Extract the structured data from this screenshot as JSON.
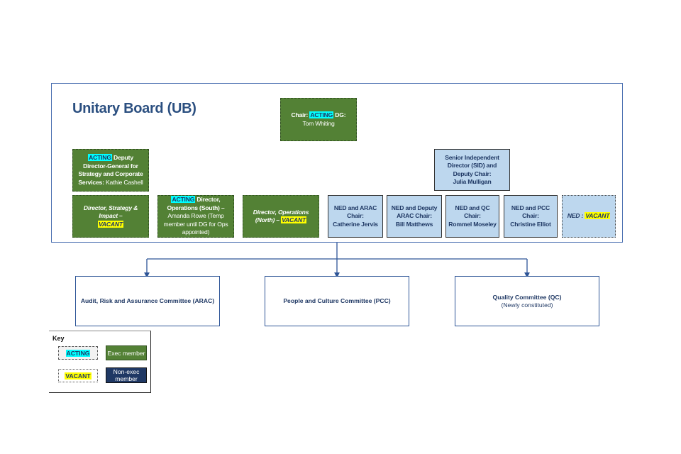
{
  "board": {
    "title": "Unitary Board (UB)",
    "chair": {
      "prefix": "Chair: ",
      "acting": "ACTING",
      "role_suffix": " DG:",
      "name": "Tom Whiting"
    },
    "exec_members": [
      {
        "acting": "ACTING",
        "role": " Deputy Director-General for Strategy and Corporate Services:",
        "name": " Kathie Cashell"
      },
      {
        "role": "Director, Strategy & Impact –",
        "vacant": "VACANT"
      },
      {
        "acting": "ACTING",
        "role": " Director, Operations (South) –",
        "name": " Amanda Rowe (Temp member until DG for Ops appointed)"
      },
      {
        "role": "Director, Operations (North) –",
        "vacant": "VACANT"
      }
    ],
    "non_exec_members": [
      {
        "label": "Senior Independent Director (SID) and Deputy Chair:",
        "name": "Julia Mulligan"
      },
      {
        "label": "NED and ARAC Chair:",
        "name": "Catherine Jervis"
      },
      {
        "label": "NED and Deputy ARAC Chair:",
        "name": "Bill Matthews"
      },
      {
        "label": "NED and QC Chair:",
        "name": "Rommel Moseley"
      },
      {
        "label": "NED and PCC Chair:",
        "name": "Christine Elliot"
      },
      {
        "label": "NED : ",
        "vacant": "VACANT"
      }
    ]
  },
  "committees": [
    {
      "name": "Audit, Risk and Assurance Committee (ARAC)",
      "note": ""
    },
    {
      "name": "People and Culture Committee (PCC)",
      "note": ""
    },
    {
      "name": "Quality Committee (QC)",
      "note": "(Newly constituted)"
    }
  ],
  "key": {
    "title": "Key",
    "acting": "ACTING",
    "vacant": "VACANT",
    "exec": "Exec member",
    "non_exec": "Non-exec member"
  },
  "colors": {
    "exec_green": "#538135",
    "non_exec_blue": "#bdd7ee",
    "non_exec_key": "#1f3864",
    "acting_highlight": "#00ffff",
    "vacant_highlight": "#ffff00",
    "connector": "#2e5597"
  }
}
